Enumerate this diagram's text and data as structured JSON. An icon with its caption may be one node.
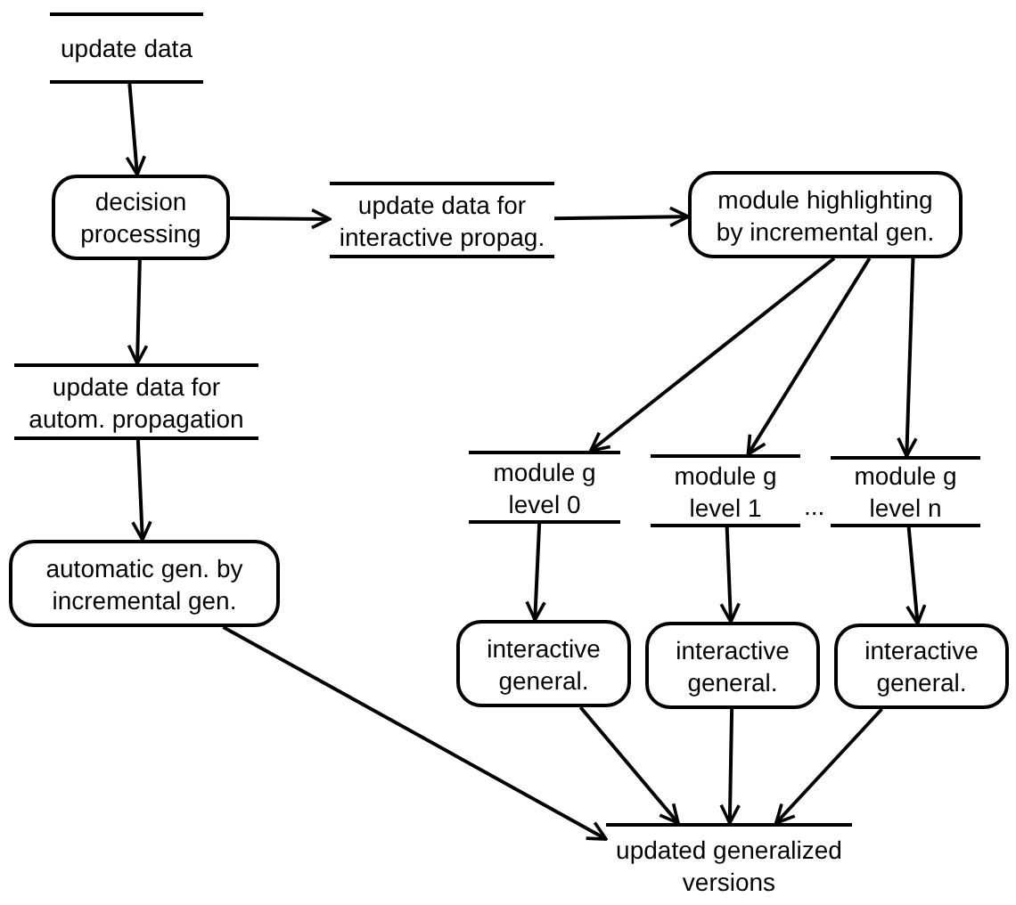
{
  "diagram": {
    "nodes": [
      {
        "text": [
          "update data"
        ]
      },
      {
        "text": [
          "decision processing"
        ]
      },
      {
        "text": [
          "update data for interactive propag."
        ]
      },
      {
        "text": [
          "module highlighting by incremental gen."
        ]
      },
      {
        "text": [
          "update data for autom. propagation"
        ]
      },
      {
        "text": [
          "automatic gen. by incremental gen."
        ]
      },
      {
        "text": [
          "module g level 0"
        ]
      },
      {
        "text": [
          "module g level 1"
        ]
      },
      {
        "text": [
          "module g level n"
        ]
      },
      {
        "text": [
          "interactive general."
        ]
      },
      {
        "text": [
          "interactive general."
        ]
      },
      {
        "text": [
          "interactive general."
        ]
      },
      {
        "text": [
          "updated generalized versions"
        ]
      }
    ],
    "edges": [
      {
        "from": 0,
        "to": 1,
        "arrow": "to"
      },
      {
        "from": 1,
        "to": 2,
        "arrow": "to"
      },
      {
        "from": 2,
        "to": 3,
        "arrow": "to"
      },
      {
        "from": 1,
        "to": 4,
        "arrow": "to"
      },
      {
        "from": 3,
        "to": 6,
        "arrow": "to"
      },
      {
        "from": 3,
        "to": 7,
        "arrow": "to"
      },
      {
        "from": 3,
        "to": 8,
        "arrow": "to"
      },
      {
        "from": 4,
        "to": 5,
        "arrow": "to"
      },
      {
        "from": 6,
        "to": 9,
        "arrow": "to"
      },
      {
        "from": 7,
        "to": 10,
        "arrow": "to"
      },
      {
        "from": 8,
        "to": 11,
        "arrow": "to"
      },
      {
        "from": 5,
        "to": 12,
        "arrow": "to"
      },
      {
        "from": 9,
        "to": 12,
        "arrow": "to"
      },
      {
        "from": 10,
        "to": 12,
        "arrow": "to"
      },
      {
        "from": 11,
        "to": 12,
        "arrow": "to"
      }
    ],
    "labels": [
      "..."
    ]
  }
}
